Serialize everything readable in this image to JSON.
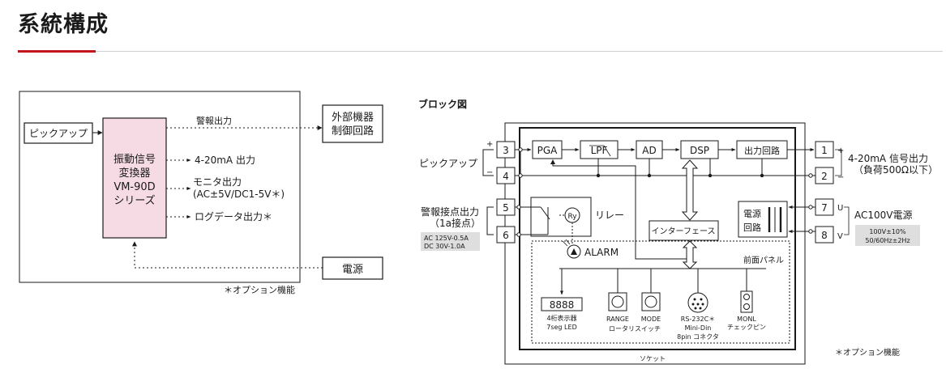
{
  "page": {
    "title": "系統構成"
  },
  "system": {
    "pickup": "ピックアップ",
    "converter": [
      "振動信号",
      "変換器",
      "VM-90D",
      "シリーズ"
    ],
    "alarm_out": "警報出力",
    "external": [
      "外部機器",
      "制御回路"
    ],
    "out_420": "4-20mA 出力",
    "monitor": [
      "モニタ出力",
      "(AC±5V/DC1-5V＊)"
    ],
    "logdata": "ログデータ出力＊",
    "power": "電源",
    "option_note": "＊オプション機能"
  },
  "block": {
    "heading": "ブロック図",
    "pickup": "ピックアップ",
    "alarm_contact": [
      "警報接点出力",
      "（1a接点）"
    ],
    "contact_rating": [
      "AC 125V-0.5A",
      "DC 30V-1.0A"
    ],
    "terminals": {
      "t1": "1",
      "t2": "2",
      "t3": "3",
      "t4": "4",
      "t5": "5",
      "t6": "6",
      "t7": "7",
      "t8": "8"
    },
    "plus": "+",
    "minus": "−",
    "pga": "PGA",
    "lpf": "LPF",
    "ad": "AD",
    "dsp": "DSP",
    "output_circuit": "出力回路",
    "relay_ry": "Ry",
    "relay_label": "リレー",
    "alarm_led": "ALARM",
    "interface": "インターフェース",
    "front_panel": "前面パネル",
    "power_circuit": [
      "電源",
      "回路"
    ],
    "out_signal": [
      "4-20mA 信号出力",
      "（負荷500Ω以下）"
    ],
    "ac_power": "AC100V電源",
    "ac_spec": [
      "100V±10%",
      "50/60Hz±2Hz"
    ],
    "u_label": "U",
    "v_label": "V",
    "led_digits": "8888",
    "led_label": [
      "4桁表示器",
      "7seg LED"
    ],
    "range": "RANGE",
    "mode": "MODE",
    "rotary": "ロータリスイッチ",
    "rs232": [
      "RS-232C＊",
      "Mini-Din",
      "8pin コネクタ"
    ],
    "monl": [
      "MONL",
      "チェックピン"
    ],
    "socket": "ソケット",
    "option_note": "＊オプション機能"
  }
}
